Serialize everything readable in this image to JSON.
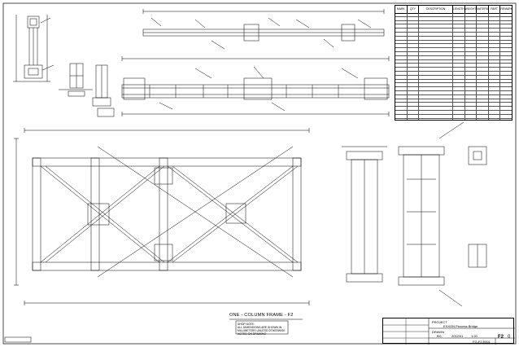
{
  "sheet": {
    "frame_title": "ONE - COLUMN FRAME - F2",
    "sheet_number": "F2",
    "revision": "0"
  },
  "bom": {
    "headers": [
      "MARK",
      "QTY",
      "DESCRIPTION",
      "LENGTH",
      "WEIGHT",
      "MATERIAL",
      "PART",
      "REMARK"
    ],
    "row_count": 34
  },
  "notes": {
    "heading": "SHOP NOTE:",
    "lines": [
      "ALL DIMENSIONS ARE SHOWN IN",
      "MILLIMETERS UNLESS OTHERWISE",
      "NOTED ON DRAWING"
    ]
  },
  "title_block": {
    "project_label": "PROJECT",
    "project_value": "EXXON Process Bridge",
    "drawn_label": "DRAWN",
    "drawn_value": "BG",
    "date_value": "2012/01",
    "scale_value": "1:20",
    "drawing_no": "FG-F2-0001"
  },
  "colors": {
    "ink": "#000000",
    "paper": "#ffffff",
    "accent": "#555555"
  }
}
